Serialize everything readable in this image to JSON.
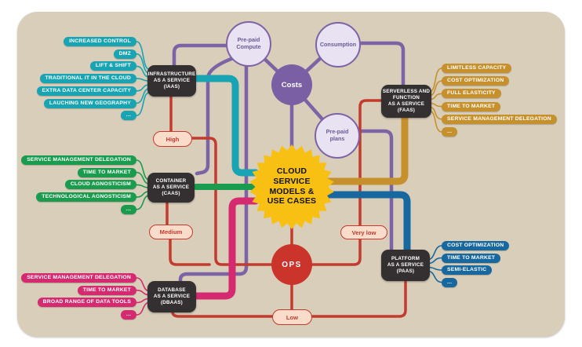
{
  "title": "Cloud service models and use cases mind map",
  "colors": {
    "background": "#d8ceba",
    "box": "#343031",
    "teal": "#18a4b2",
    "green": "#1a9b4e",
    "pink": "#d52a70",
    "gold": "#c6902d",
    "blue": "#16689f",
    "purple": "#7c63a5",
    "purple_dark": "#7b5fa4",
    "purple_light": "#e9e2f3",
    "purple_text": "#6b5b93",
    "red": "#c43a2d",
    "red_node": "#ca342b",
    "level_fill": "#f9dcca",
    "yellow": "#f7c013"
  },
  "center": {
    "lines": [
      "CLOUD",
      "SERVICE",
      "MODELS &",
      "USE CASES"
    ]
  },
  "circles": {
    "costs": {
      "label": "Costs"
    },
    "prepaid_compute": {
      "lines": [
        "Pre-paid",
        "Compute"
      ]
    },
    "consumption": {
      "label": "Consumption"
    },
    "prepaid_plans": {
      "lines": [
        "Pre-paid",
        "plans"
      ]
    },
    "ops": {
      "label": "OPS"
    }
  },
  "levels": {
    "high": "High",
    "medium": "Medium",
    "very_low": "Very low",
    "low": "Low"
  },
  "groups": {
    "iaas": {
      "box": [
        "INFRASTRUCTURE",
        "AS A SERVICE",
        "(IAAS)"
      ],
      "items": [
        "INCREASED CONTROL",
        "DMZ",
        "LIFT & SHIFT",
        "TRADITIONAL IT IN THE CLOUD",
        "EXTRA DATA CENTER CAPACITY",
        "LAUCHING NEW GEOGRAPHY",
        "..."
      ]
    },
    "caas": {
      "box": [
        "CONTAINER",
        "AS A SERVICE",
        "(CAAS)"
      ],
      "items": [
        "SERVICE MANAGEMENT DELEGATION",
        "TIME TO MARKET",
        "CLOUD AGNOSTICISM",
        "TECHNOLOGICAL AGNOSTICISM",
        "..."
      ]
    },
    "dbaas": {
      "box": [
        "DATABASE",
        "AS A SERVICE",
        "(DBAAS)"
      ],
      "items": [
        "SERVICE MANAGEMENT DELEGATION",
        "TIME TO MARKET",
        "BROAD RANGE OF DATA TOOLS",
        "..."
      ]
    },
    "faas": {
      "box": [
        "SERVERLESS AND",
        "FUNCTION",
        "AS A SERVICE",
        "(FAAS)"
      ],
      "items": [
        "LIMITLESS CAPACITY",
        "COST OPTIMIZATION",
        "FULL ELASTICITY",
        "TIME TO MARKET",
        "SERVICE MANAGEMENT DELEGATION",
        "..."
      ]
    },
    "paas": {
      "box": [
        "PLATFORM",
        "AS A SERVICE",
        "(PAAS)"
      ],
      "items": [
        "COST OPTIMIZATION",
        "TIME TO MARKET",
        "SEMI-ELASTIC",
        "..."
      ]
    }
  }
}
